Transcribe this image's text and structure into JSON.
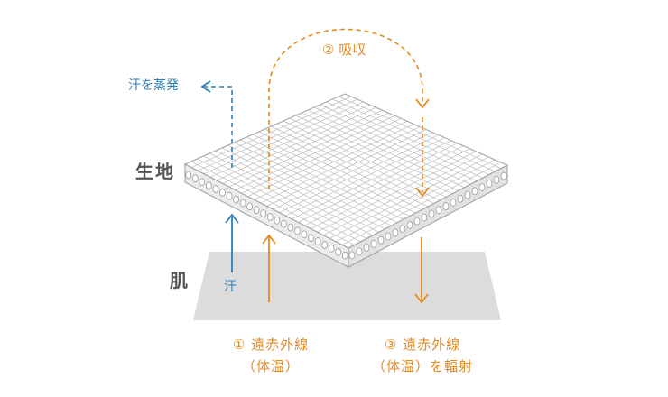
{
  "labels": {
    "fabric": "生地",
    "skin": "肌",
    "evaporate": "汗を蒸発",
    "sweat": "汗",
    "absorb": "② 吸収",
    "infrared_1": "① 遠赤外線",
    "body_temp_1": "（体温）",
    "infrared_3": "③ 遠赤外線",
    "body_temp_3": "（体温）を輻射"
  },
  "colors": {
    "orange": "#e38a1f",
    "blue": "#2e7fb7",
    "skin": "#dcdcdc",
    "fabric_edge": "#c9c9c9",
    "grid": "#bdbdbd",
    "label_gray": "#555555"
  }
}
